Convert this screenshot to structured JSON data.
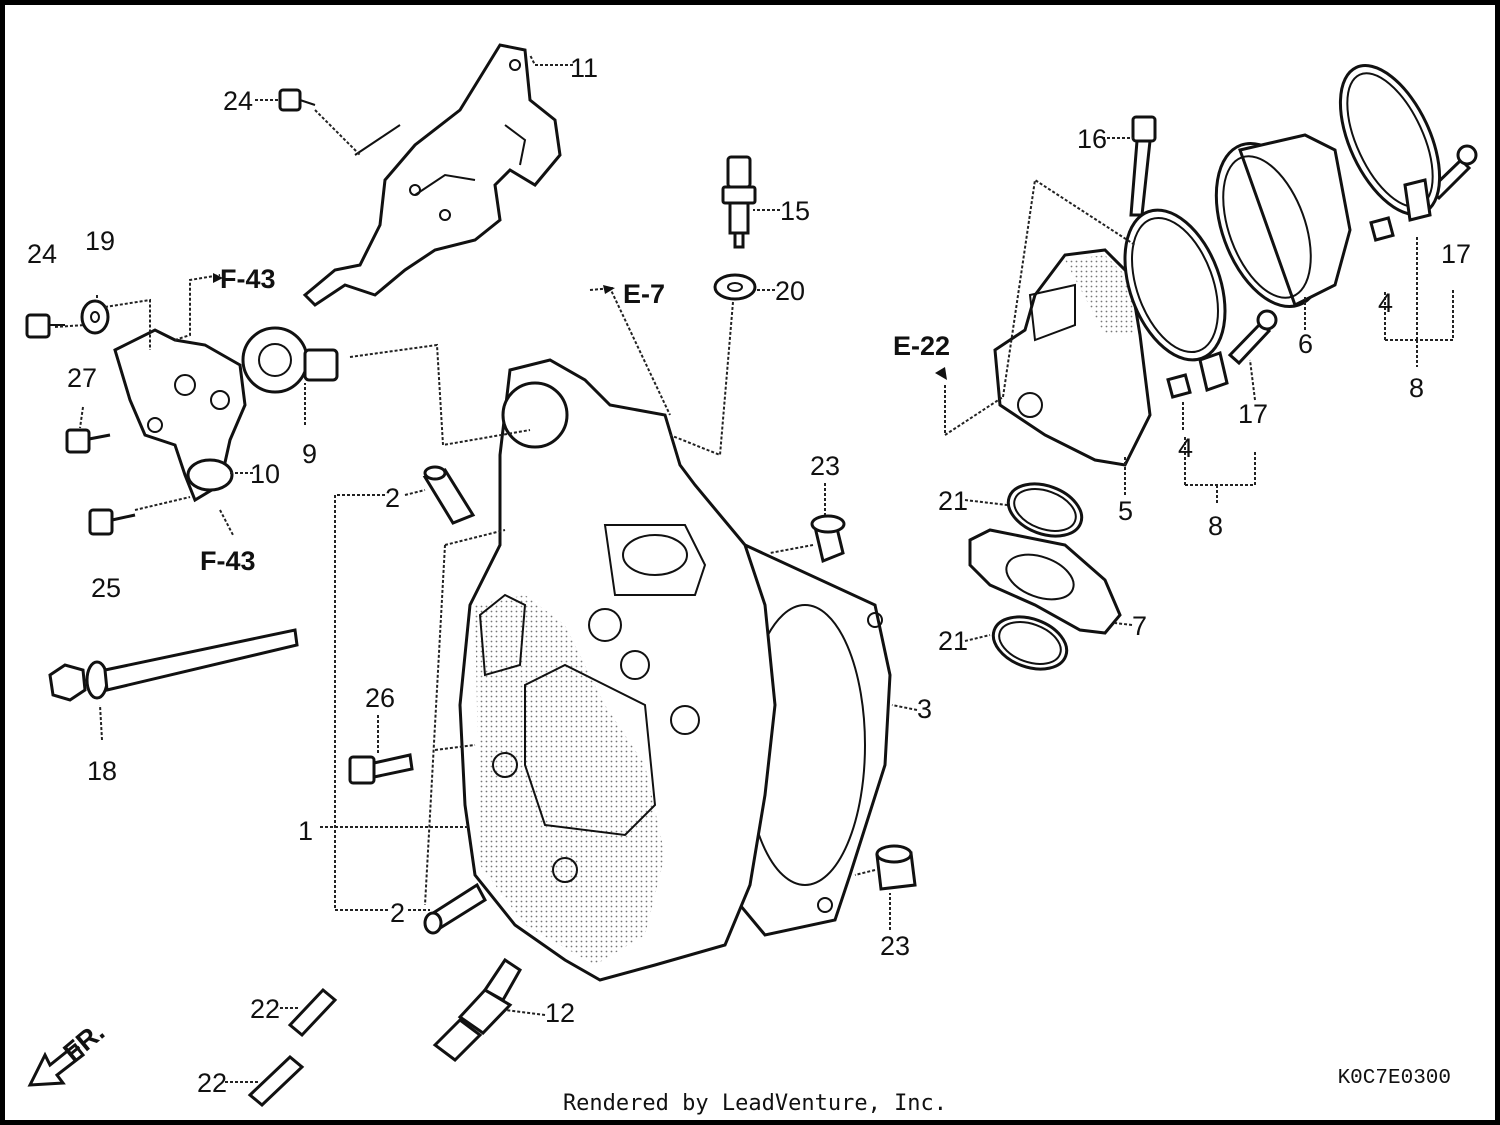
{
  "callouts": {
    "c1": "1",
    "c2a": "2",
    "c2b": "2",
    "c3": "3",
    "c4a": "4",
    "c4b": "4",
    "c5": "5",
    "c6": "6",
    "c7": "7",
    "c8a": "8",
    "c8b": "8",
    "c9": "9",
    "c10": "10",
    "c11": "11",
    "c12": "12",
    "c15": "15",
    "c16": "16",
    "c17a": "17",
    "c17b": "17",
    "c18": "18",
    "c19": "19",
    "c20": "20",
    "c21a": "21",
    "c21b": "21",
    "c22a": "22",
    "c22b": "22",
    "c23a": "23",
    "c23b": "23",
    "c24a": "24",
    "c24b": "24",
    "c25": "25",
    "c26": "26",
    "c27": "27"
  },
  "refs": {
    "f43a": "F-43",
    "f43b": "F-43",
    "e7": "E-7",
    "e22": "E-22",
    "front": "FR."
  },
  "diagram_code": "K0C7E0300",
  "footer": "Rendered by LeadVenture, Inc."
}
